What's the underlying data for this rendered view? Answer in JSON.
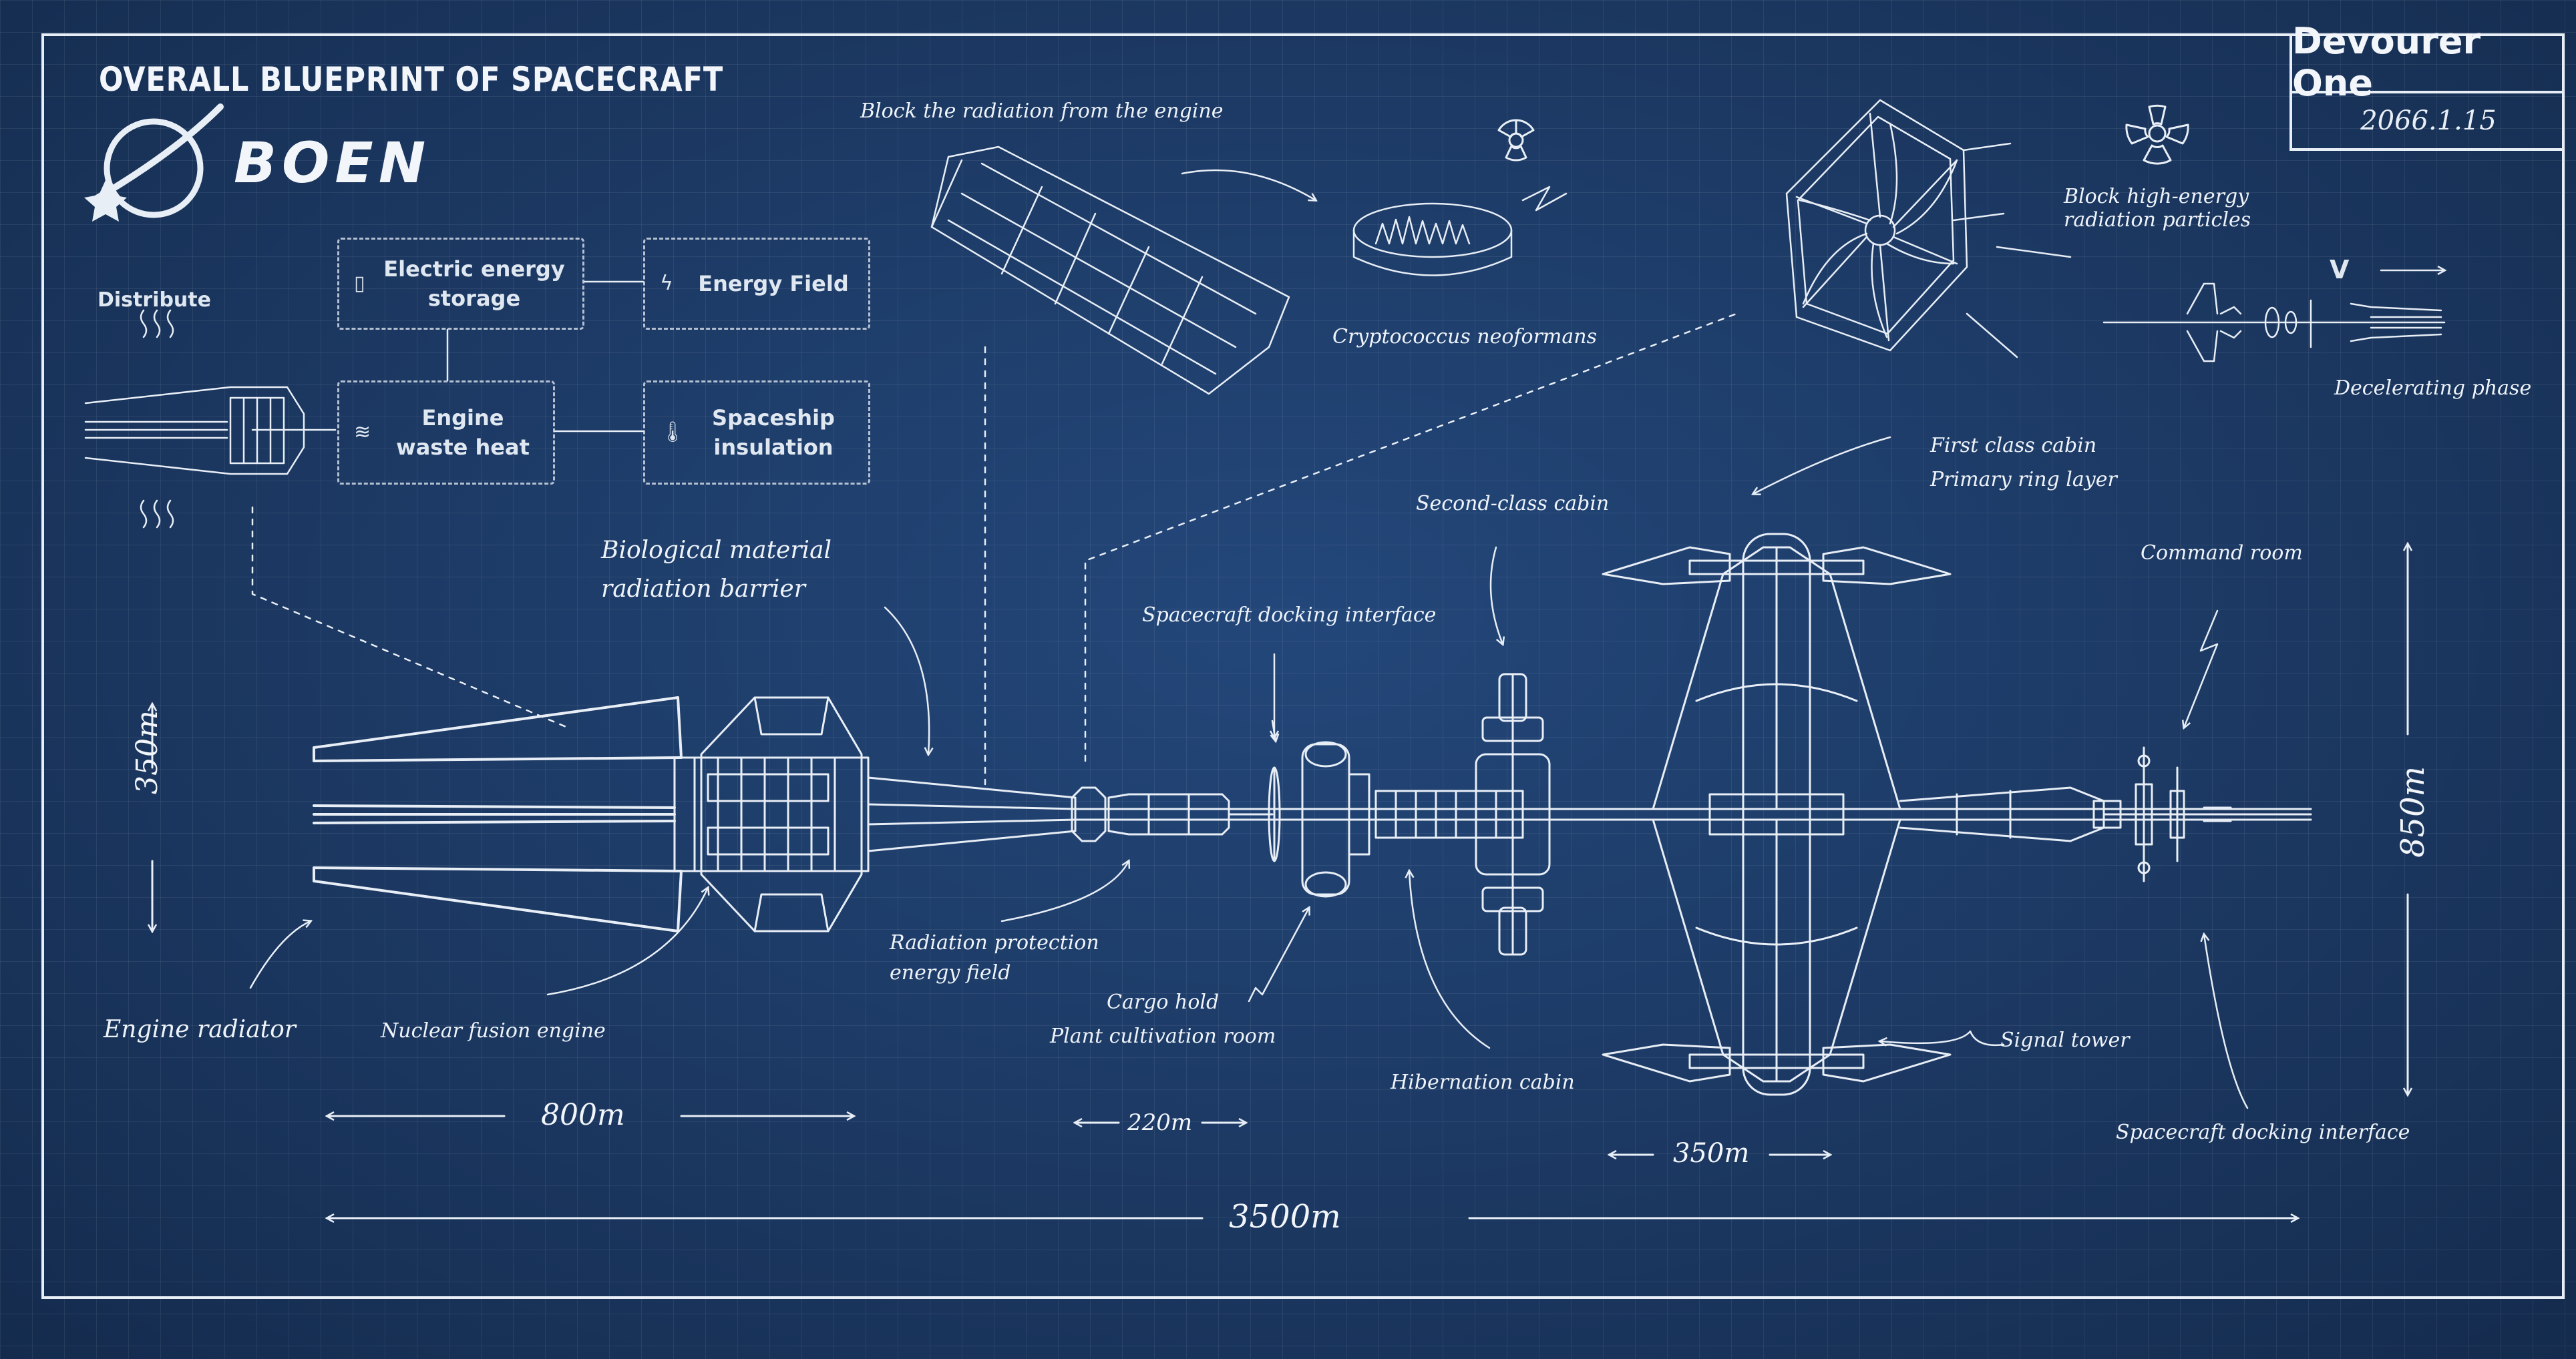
{
  "header": {
    "title": "OVERALL BLUEPRINT OF SPACECRAFT",
    "brand": "BOEN"
  },
  "title_block": {
    "name": "Devourer One",
    "date": "2066.1.15"
  },
  "energy_diagram": {
    "distribute": "Distribute",
    "electric_storage": "Electric energy\nstorage",
    "energy_field": "Energy Field",
    "engine_heat": "Engine\nwaste heat",
    "insulation": "Spaceship\ninsulation"
  },
  "labels": {
    "block_engine_radiation": "Block the radiation from the engine",
    "cryptococcus": "Cryptococcus neoformans",
    "block_high_energy": "Block high-energy\nradiation particles",
    "v": "V",
    "decelerating": "Decelerating phase",
    "biological_barrier": "Biological material\nradiation barrier",
    "docking_interface_top": "Spacecraft docking interface",
    "second_class": "Second-class cabin",
    "first_class": "First class cabin\nPrimary ring layer",
    "command_room": "Command room",
    "engine_radiator": "Engine radiator",
    "fusion_engine": "Nuclear fusion engine",
    "radiation_field": "Radiation protection\nenergy field",
    "cargo_hold": "Cargo hold\nPlant cultivation room",
    "hibernation": "Hibernation cabin",
    "signal_tower": "Signal tower",
    "docking_interface_bottom": "Spacecraft docking interface"
  },
  "dimensions": {
    "height_left": "350m",
    "height_right": "850m",
    "engine_length": "800m",
    "docking_length": "220m",
    "ring_width": "350m",
    "total_length": "3500m"
  },
  "colors": {
    "background": "#1c3a62",
    "line": "#e8eef6"
  },
  "icons": [
    "logo-orbit-icon",
    "battery-icon",
    "lightning-icon",
    "heat-waves-icon",
    "thermometer-icon",
    "radiation-icon"
  ]
}
